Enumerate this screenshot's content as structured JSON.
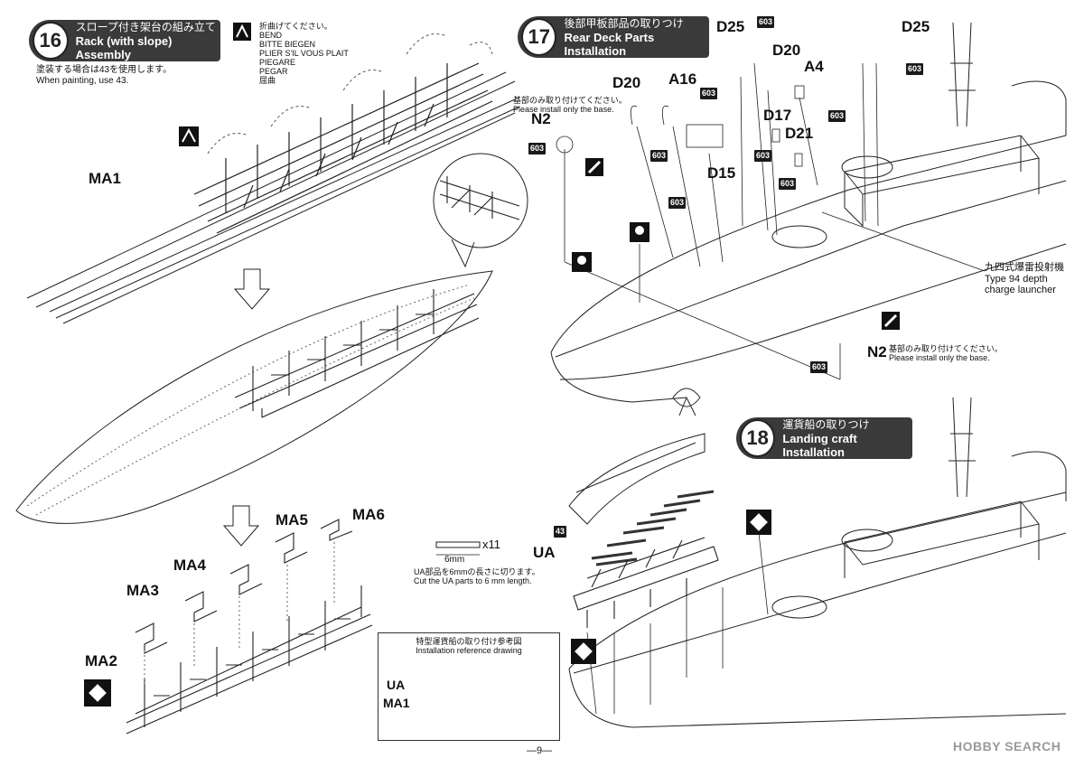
{
  "step16": {
    "number": "16",
    "title_jp": "スロープ付き架台の組み立て",
    "title_en": "Rack (with slope) Assembly",
    "paint_note_jp": "塗装する場合は43を使用します。",
    "paint_note_en": "When painting, use 43.",
    "bend_notes": [
      "折曲げてください。",
      "BEND",
      "BITTE BIEGEN",
      "PLIER S'IL VOUS PLAIT",
      "PIEGARE",
      "PEGAR",
      "屈曲"
    ],
    "parts": [
      "MA1",
      "MA2",
      "MA3",
      "MA4",
      "MA5",
      "MA6"
    ]
  },
  "step17": {
    "number": "17",
    "title_jp": "後部甲板部品の取りつけ",
    "title_en": "Rear Deck Parts Installation",
    "parts": [
      "D25",
      "D20",
      "A16",
      "D17",
      "D21",
      "D15",
      "A4",
      "D20",
      "D25",
      "N2",
      "N2"
    ],
    "base_note_jp": "基部のみ取り付けてください。",
    "base_note_en": "Please install only the base.",
    "launcher_jp": "九四式爆雷投射機",
    "launcher_en1": "Type 94 depth",
    "launcher_en2": "charge launcher",
    "paint_code": "603"
  },
  "step18": {
    "number": "18",
    "title_jp": "運貨船の取りつけ",
    "title_en": "Landing craft Installation",
    "cut_count": "x11",
    "cut_length": "6mm",
    "cut_note_jp": "UA部品を6mmの長さに切ります。",
    "cut_note_en": "Cut the UA parts to 6 mm length.",
    "ua_label": "UA",
    "paint_code": "43",
    "ref_title_jp": "特型運貨船の取り付け参考図",
    "ref_title_en": "Installation reference drawing",
    "ref_parts": [
      "UA",
      "MA1"
    ]
  },
  "footer": {
    "page": "—9—",
    "watermark": "HOBBY SEARCH"
  }
}
